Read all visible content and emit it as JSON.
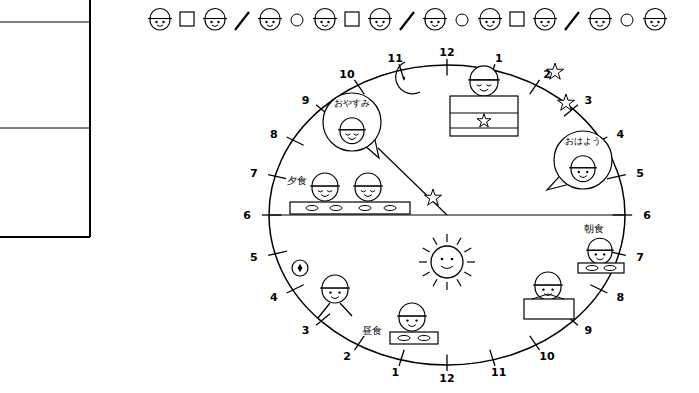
{
  "diagram": {
    "nodes": [
      {
        "text": [
          "おやすみ"
        ]
      },
      {
        "text": [
          "おはよう"
        ]
      }
    ],
    "labels": [
      "12",
      "1",
      "2",
      "3",
      "4",
      "5",
      "6",
      "7",
      "8",
      "9",
      "10",
      "11",
      "12",
      "1",
      "2",
      "3",
      "4",
      "5",
      "6",
      "7",
      "8",
      "9",
      "10",
      "11",
      "夕食",
      "朝食",
      "昼食"
    ]
  }
}
